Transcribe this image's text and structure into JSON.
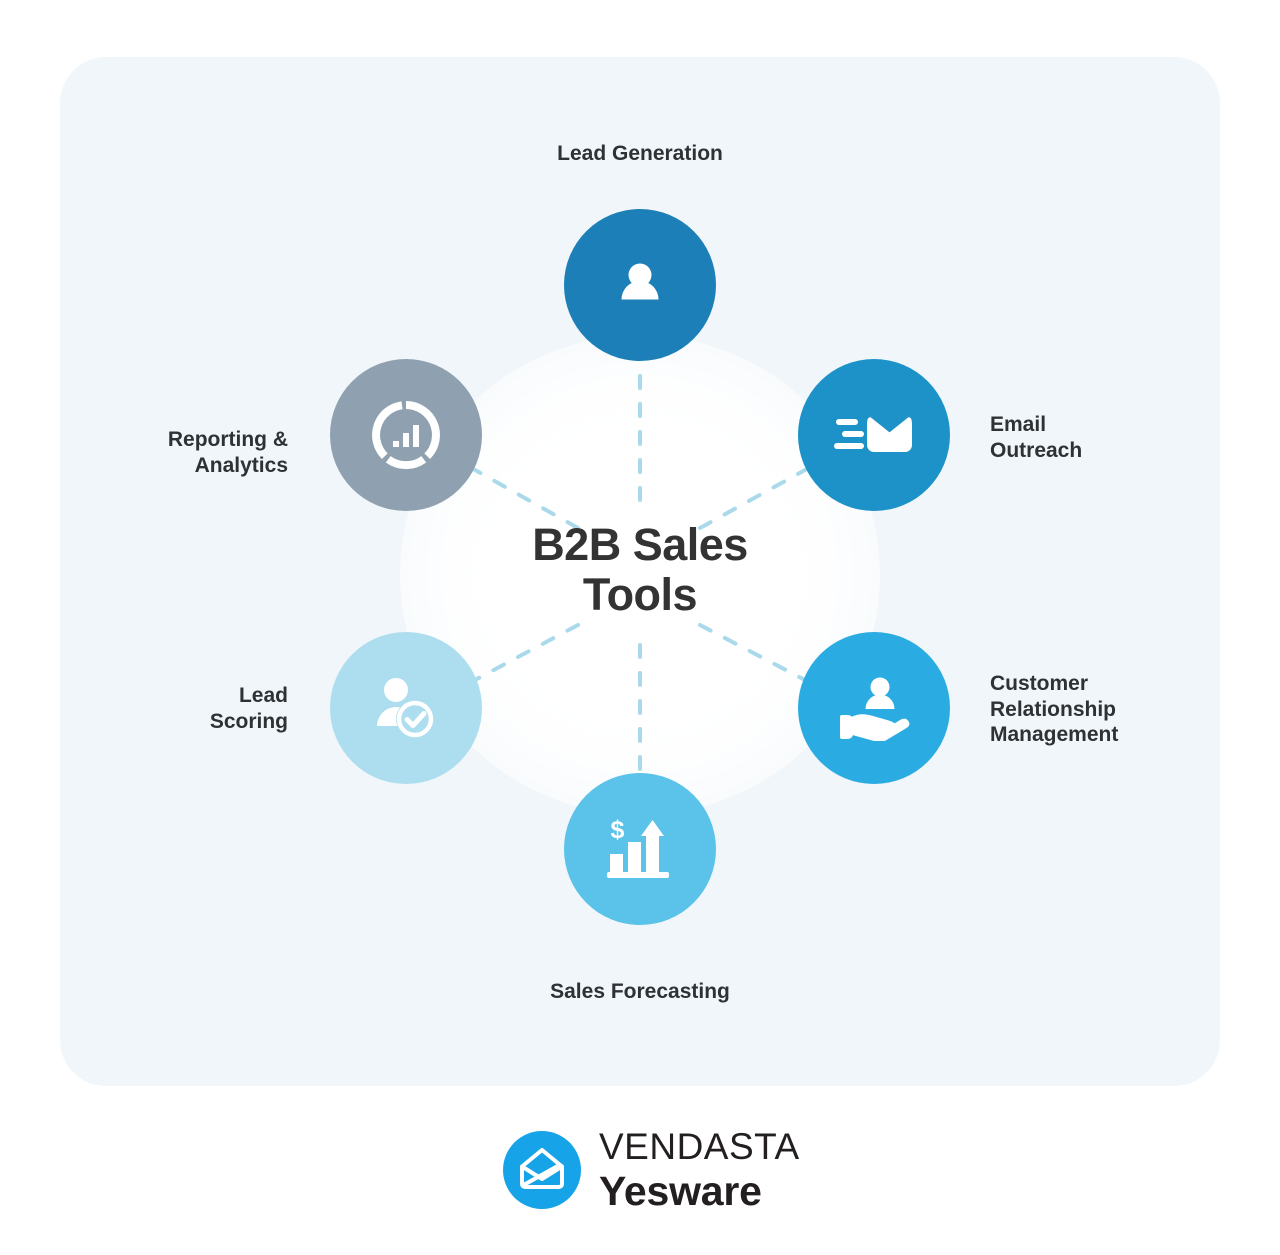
{
  "panel": {
    "background_color": "#f0f6f9"
  },
  "center": {
    "title": "B2B Sales\nTools",
    "text_color": "#333333"
  },
  "connector": {
    "style": "dashed",
    "color": "#a9d9ea"
  },
  "nodes": [
    {
      "id": "lead-generation",
      "label": "Lead Generation",
      "icon": "person-icon",
      "circle_color": "#1d7fb8",
      "icon_color": "#ffffff",
      "position": "top"
    },
    {
      "id": "email-outreach",
      "label": "Email\nOutreach",
      "icon": "envelope-speed-icon",
      "circle_color": "#1d92c8",
      "icon_color": "#ffffff",
      "position": "top-right"
    },
    {
      "id": "customer-relationship-management",
      "label": "Customer\nRelationship\nManagement",
      "icon": "hand-holding-person-icon",
      "circle_color": "#2aabe2",
      "icon_color": "#ffffff",
      "position": "bottom-right"
    },
    {
      "id": "sales-forecasting",
      "label": "Sales Forecasting",
      "icon": "growth-chart-dollar-icon",
      "circle_color": "#5bc3ea",
      "icon_color": "#ffffff",
      "position": "bottom"
    },
    {
      "id": "lead-scoring",
      "label": "Lead\nScoring",
      "icon": "person-check-icon",
      "circle_color": "#addeef",
      "icon_color": "#ffffff",
      "position": "bottom-left"
    },
    {
      "id": "reporting-analytics",
      "label": "Reporting &\nAnalytics",
      "icon": "donut-chart-icon",
      "circle_color": "#8fa1b0",
      "icon_color": "#ffffff",
      "position": "top-left"
    }
  ],
  "logo": {
    "mark_icon": "open-envelope-icon",
    "mark_color": "#17a3e8",
    "brand_top": "VENDASTA",
    "brand_bottom": "Yesware",
    "text_color": "#231f20"
  }
}
